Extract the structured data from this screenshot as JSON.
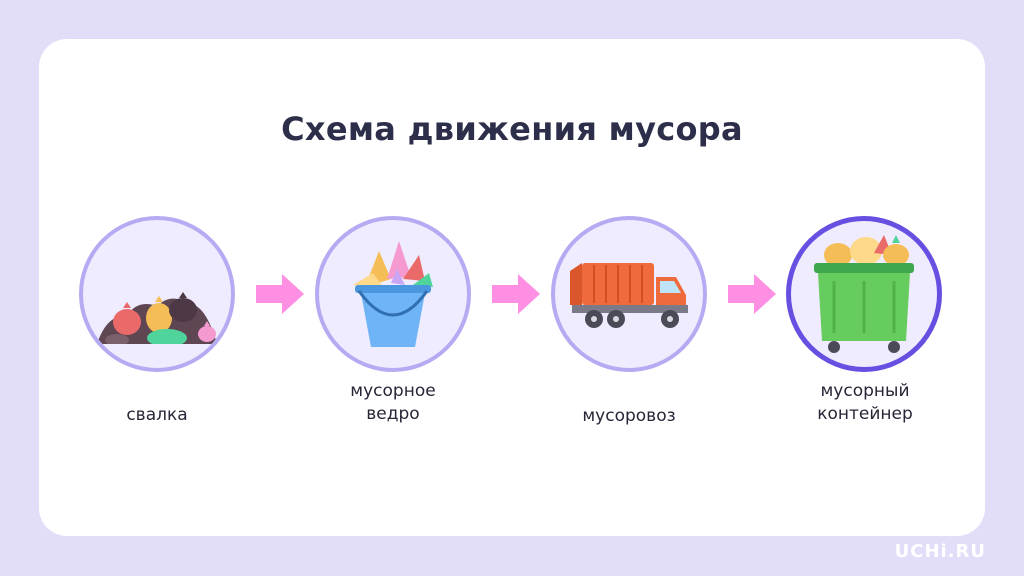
{
  "title": "Схема движения мусора",
  "steps": [
    {
      "label": "свалка",
      "icon": "garbage-dump-icon"
    },
    {
      "label": "мусорное\nведро",
      "icon": "trash-bucket-icon"
    },
    {
      "label": "мусоровоз",
      "icon": "garbage-truck-icon"
    },
    {
      "label": "мусорный\nконтейнер",
      "icon": "garbage-container-icon"
    }
  ],
  "brand": "UCHi.RU",
  "colors": {
    "background": "#e2defa",
    "arrow": "#ff8fe3",
    "circle_border": "#b4abf2",
    "circle_border_active": "#6650e2"
  }
}
